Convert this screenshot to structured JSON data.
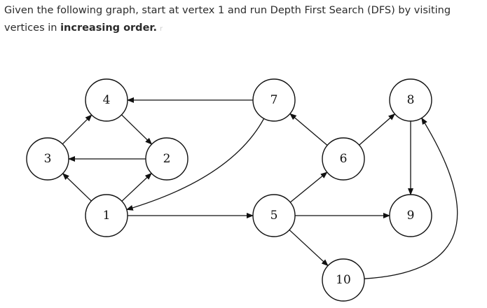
{
  "question": {
    "text": "Given the following graph, start at vertex 1 and run Depth First Search (DFS) by visiting vertices in",
    "bold_tail": "increasing order.",
    "faint_mark": "r"
  },
  "graph": {
    "nodes": [
      {
        "id": "1",
        "label": "1"
      },
      {
        "id": "2",
        "label": "2"
      },
      {
        "id": "3",
        "label": "3"
      },
      {
        "id": "4",
        "label": "4"
      },
      {
        "id": "5",
        "label": "5"
      },
      {
        "id": "6",
        "label": "6"
      },
      {
        "id": "7",
        "label": "7"
      },
      {
        "id": "8",
        "label": "8"
      },
      {
        "id": "9",
        "label": "9"
      },
      {
        "id": "10",
        "label": "10"
      }
    ],
    "edges": [
      {
        "from": "1",
        "to": "3"
      },
      {
        "from": "1",
        "to": "2"
      },
      {
        "from": "1",
        "to": "5"
      },
      {
        "from": "2",
        "to": "3"
      },
      {
        "from": "3",
        "to": "4"
      },
      {
        "from": "4",
        "to": "2"
      },
      {
        "from": "7",
        "to": "4"
      },
      {
        "from": "7",
        "to": "1"
      },
      {
        "from": "5",
        "to": "6"
      },
      {
        "from": "5",
        "to": "9"
      },
      {
        "from": "5",
        "to": "10"
      },
      {
        "from": "6",
        "to": "7"
      },
      {
        "from": "6",
        "to": "8"
      },
      {
        "from": "8",
        "to": "9"
      },
      {
        "from": "10",
        "to": "8"
      }
    ]
  }
}
